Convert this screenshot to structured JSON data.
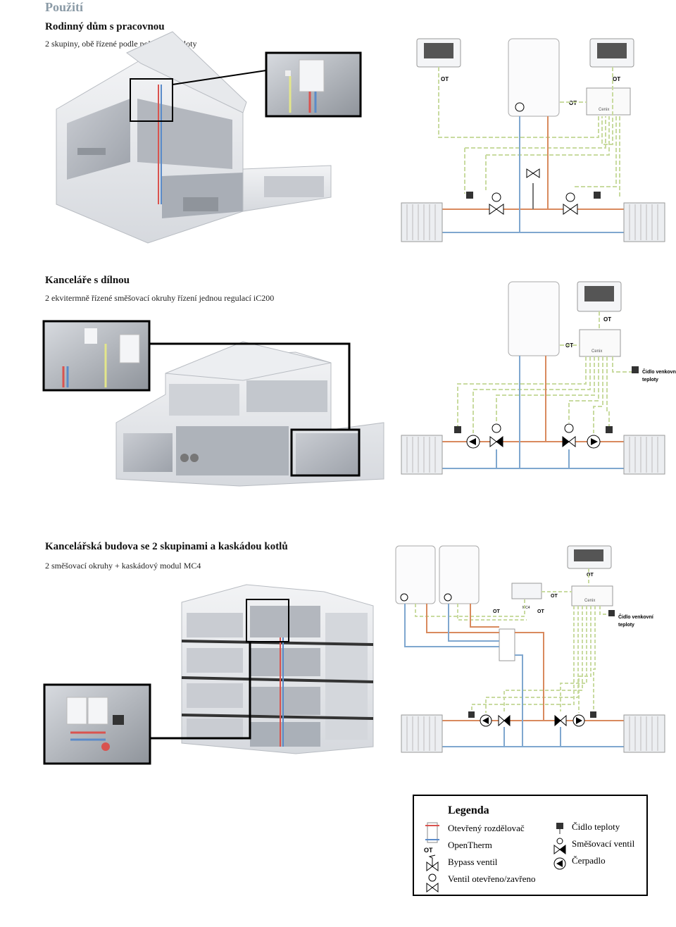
{
  "page_heading": "Použití",
  "sections": [
    {
      "title": "Rodinný dům s pracovnou",
      "subtitle": "2 skupiny, obě řízené podle pokojové teploty"
    },
    {
      "title": "Kanceláře s dílnou",
      "subtitle": "2 ekvitermně řízené směšovací okruhy řízení jednou regulací iC200"
    },
    {
      "title": "Kancelářská budova se 2 skupinami a kaskádou kotlů",
      "subtitle": "2 směšovací okruhy + kaskádový modul MC4"
    }
  ],
  "diagram_labels": {
    "ot": "OT",
    "controller_name": "Cenix",
    "sensor_outdoor_line1": "Čidlo venkovní",
    "sensor_outdoor_line2": "teploty",
    "cascade_module": "MC4"
  },
  "legend": {
    "title": "Legenda",
    "items_left": [
      "Otevřený rozdělovač",
      "OpenTherm",
      "Bypass ventil",
      "Ventil otevřeno/zavřeno"
    ],
    "items_right": [
      "Čidlo teploty",
      "Směšovací ventil",
      "Čerpadlo"
    ]
  },
  "colors": {
    "hot_pipe": "#d98a5e",
    "cold_pipe": "#7fa7cf",
    "signal_line": "#c9dba0",
    "frame": "#000000",
    "heading_gray": "#8a9aa6"
  }
}
